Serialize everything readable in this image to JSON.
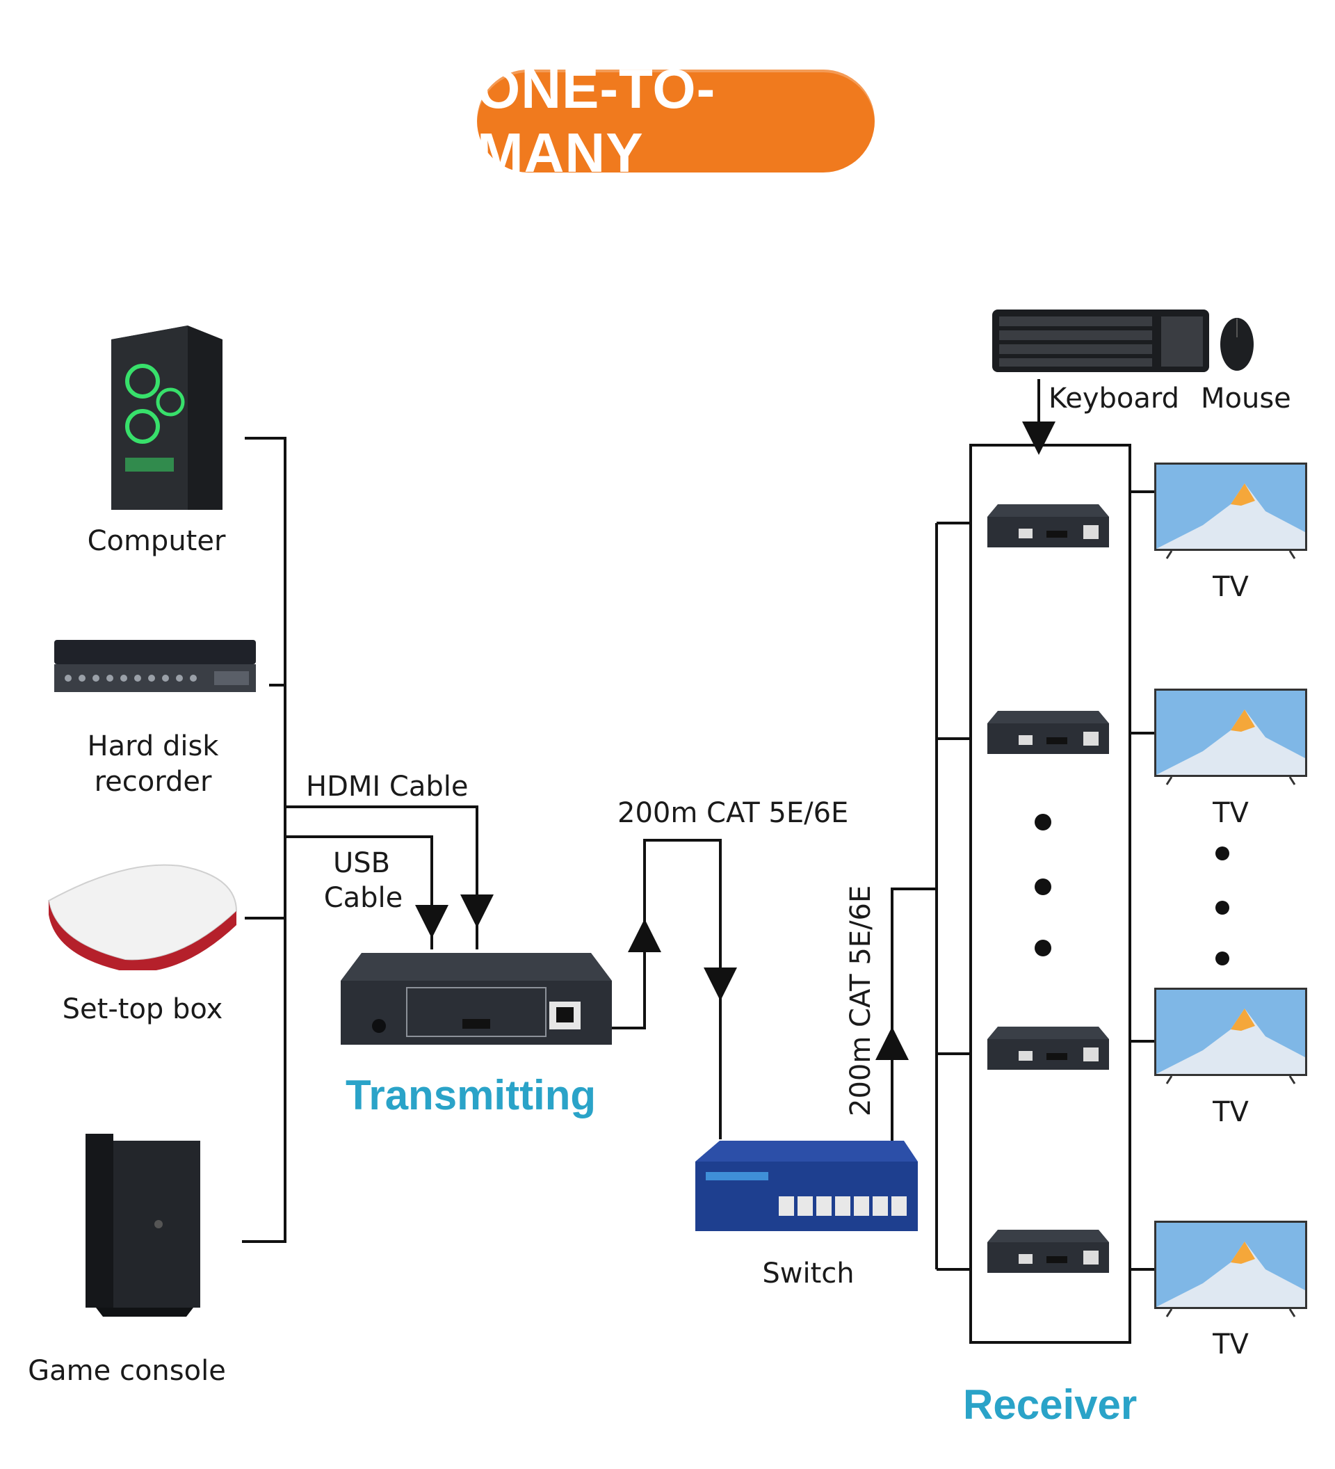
{
  "title": "ONE-TO-MANY",
  "sources": {
    "computer": "Computer",
    "hdr_line1": "Hard disk",
    "hdr_line2": "recorder",
    "settop": "Set-top box",
    "console": "Game console"
  },
  "cables": {
    "hdmi": "HDMI Cable",
    "usb_line1": "USB",
    "usb_line2": "Cable",
    "cat_top": "200m CAT 5E/6E",
    "cat_vertical": "200m CAT 5E/6E"
  },
  "transmitter_label": "Transmitting",
  "switch_label": "Switch",
  "receiver_label": "Receiver",
  "peripherals": {
    "keyboard": "Keyboard",
    "mouse": "Mouse"
  },
  "tv_labels": [
    "TV",
    "TV",
    "TV",
    "TV"
  ],
  "colors": {
    "title_bg": "#f07a1e",
    "section_text": "#2aa3c8",
    "switch_body": "#1e3f8f",
    "device_body": "#2b2f36"
  }
}
